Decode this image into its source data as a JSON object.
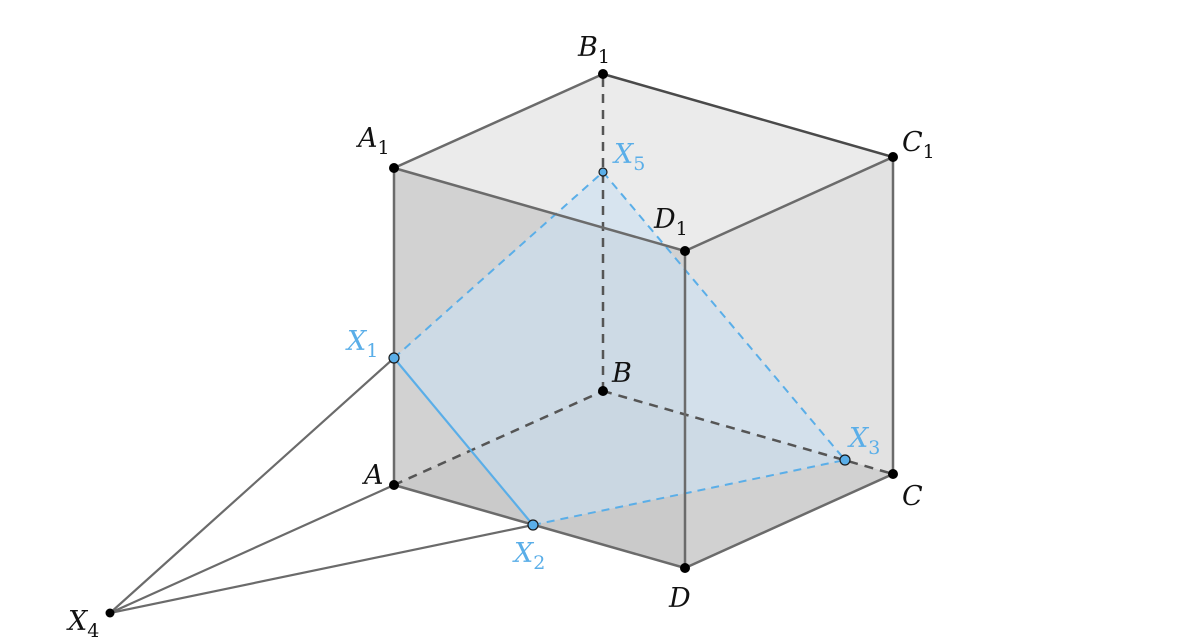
{
  "labels": {
    "A": {
      "base": "A",
      "sub": ""
    },
    "B": {
      "base": "B",
      "sub": ""
    },
    "C": {
      "base": "C",
      "sub": ""
    },
    "D": {
      "base": "D",
      "sub": ""
    },
    "A1": {
      "base": "A",
      "sub": "1"
    },
    "B1": {
      "base": "B",
      "sub": "1"
    },
    "C1": {
      "base": "C",
      "sub": "1"
    },
    "D1": {
      "base": "D",
      "sub": "1"
    },
    "X1": {
      "base": "X",
      "sub": "1"
    },
    "X2": {
      "base": "X",
      "sub": "2"
    },
    "X3": {
      "base": "X",
      "sub": "3"
    },
    "X4": {
      "base": "X",
      "sub": "4"
    },
    "X5": {
      "base": "X",
      "sub": "5"
    }
  },
  "colors": {
    "edge": "#6b6b6b",
    "hidden_edge": "#555555",
    "vertex": "#000000",
    "section": "#5aaee8",
    "section_fill": "#c9dff2",
    "face_light": "#e9e9e9",
    "face_mid": "#d4d4d4",
    "face_dark": "#bfbfbf"
  }
}
